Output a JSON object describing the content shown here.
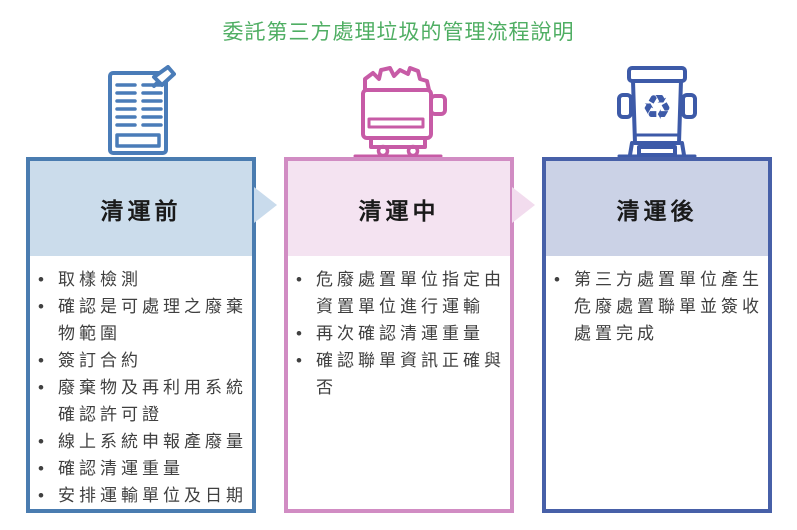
{
  "title": {
    "text": "委託第三方處理垃圾的管理流程說明",
    "color": "#4FAE63"
  },
  "columns": [
    {
      "id": "before",
      "header": "清運前",
      "icon": "document-pen-icon",
      "border_color": "#4A7CB0",
      "header_fill": "#CBDCEB",
      "icon_color": "#4A7CB8",
      "items": [
        "取樣檢測",
        "確認是可處理之廢棄物範圍",
        "簽訂合約",
        "廢棄物及再利用系統確認許可證",
        "線上系統申報產廢量",
        "確認清運重量",
        "安排運輸單位及日期"
      ]
    },
    {
      "id": "during",
      "header": "清運中",
      "icon": "garbage-cart-icon",
      "border_color": "#D18CC3",
      "header_fill": "#F4E3F1",
      "icon_color": "#C75BA6",
      "items": [
        "危廢處置單位指定由資置單位進行運輸",
        "再次確認清運重量",
        "確認聯單資訊正確與否"
      ]
    },
    {
      "id": "after",
      "header": "清運後",
      "icon": "recycle-bin-icon",
      "border_color": "#4760A8",
      "header_fill": "#CBD2E6",
      "icon_color": "#3D5AA8",
      "items": [
        "第三方處置單位產生危廢處置聯單並簽收處置完成"
      ]
    }
  ],
  "arrows": [
    {
      "id": "arrow-before-during",
      "color": "#C9DBEC"
    },
    {
      "id": "arrow-during-after",
      "color": "#F2DCEE"
    }
  ]
}
